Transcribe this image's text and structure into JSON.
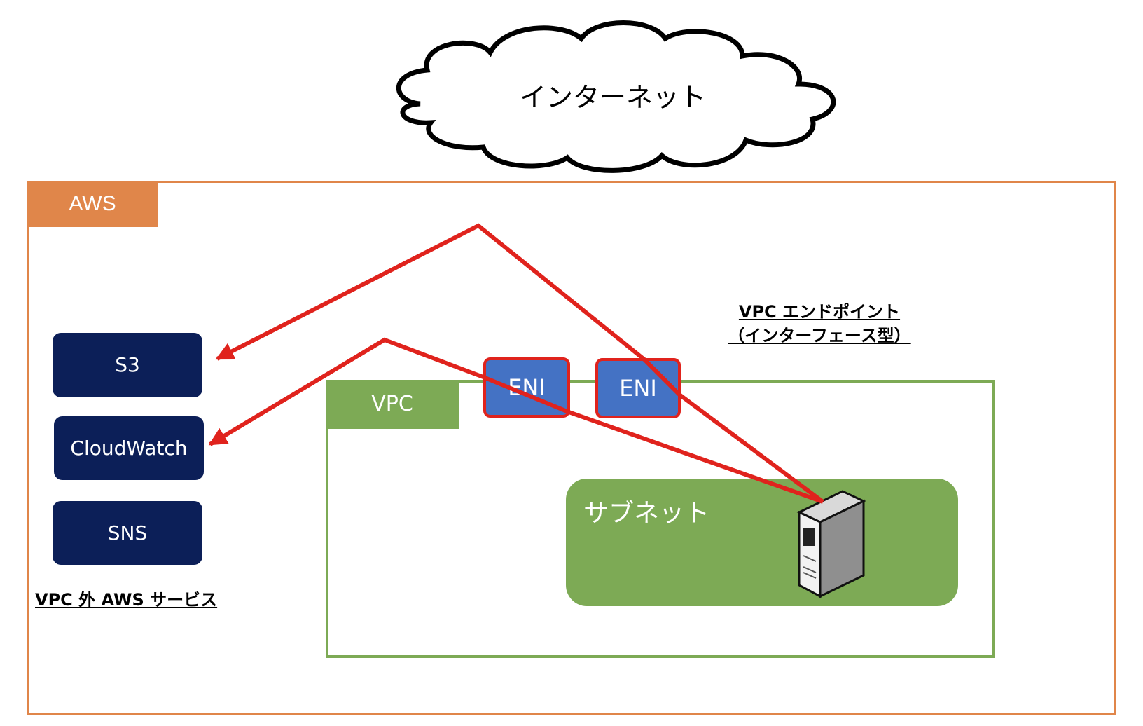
{
  "internet": {
    "label": "インターネット"
  },
  "aws": {
    "label": "AWS"
  },
  "services": {
    "items": [
      "S3",
      "CloudWatch",
      "SNS"
    ],
    "caption": "VPC 外 AWS サービス"
  },
  "vpc": {
    "label": "VPC"
  },
  "subnet": {
    "label": "サブネット"
  },
  "eni": {
    "labels": [
      "ENI",
      "ENI"
    ]
  },
  "endpoint": {
    "line1": "VPC エンドポイント",
    "line2": "（インターフェース型）"
  },
  "colors": {
    "aws_orange": "#e0864a",
    "vpc_green": "#7daa55",
    "service_navy": "#0c1f58",
    "eni_blue": "#4472c4",
    "arrow_red": "#e0231d"
  },
  "icons": {
    "server": "server-icon",
    "cloud": "cloud-shape"
  }
}
